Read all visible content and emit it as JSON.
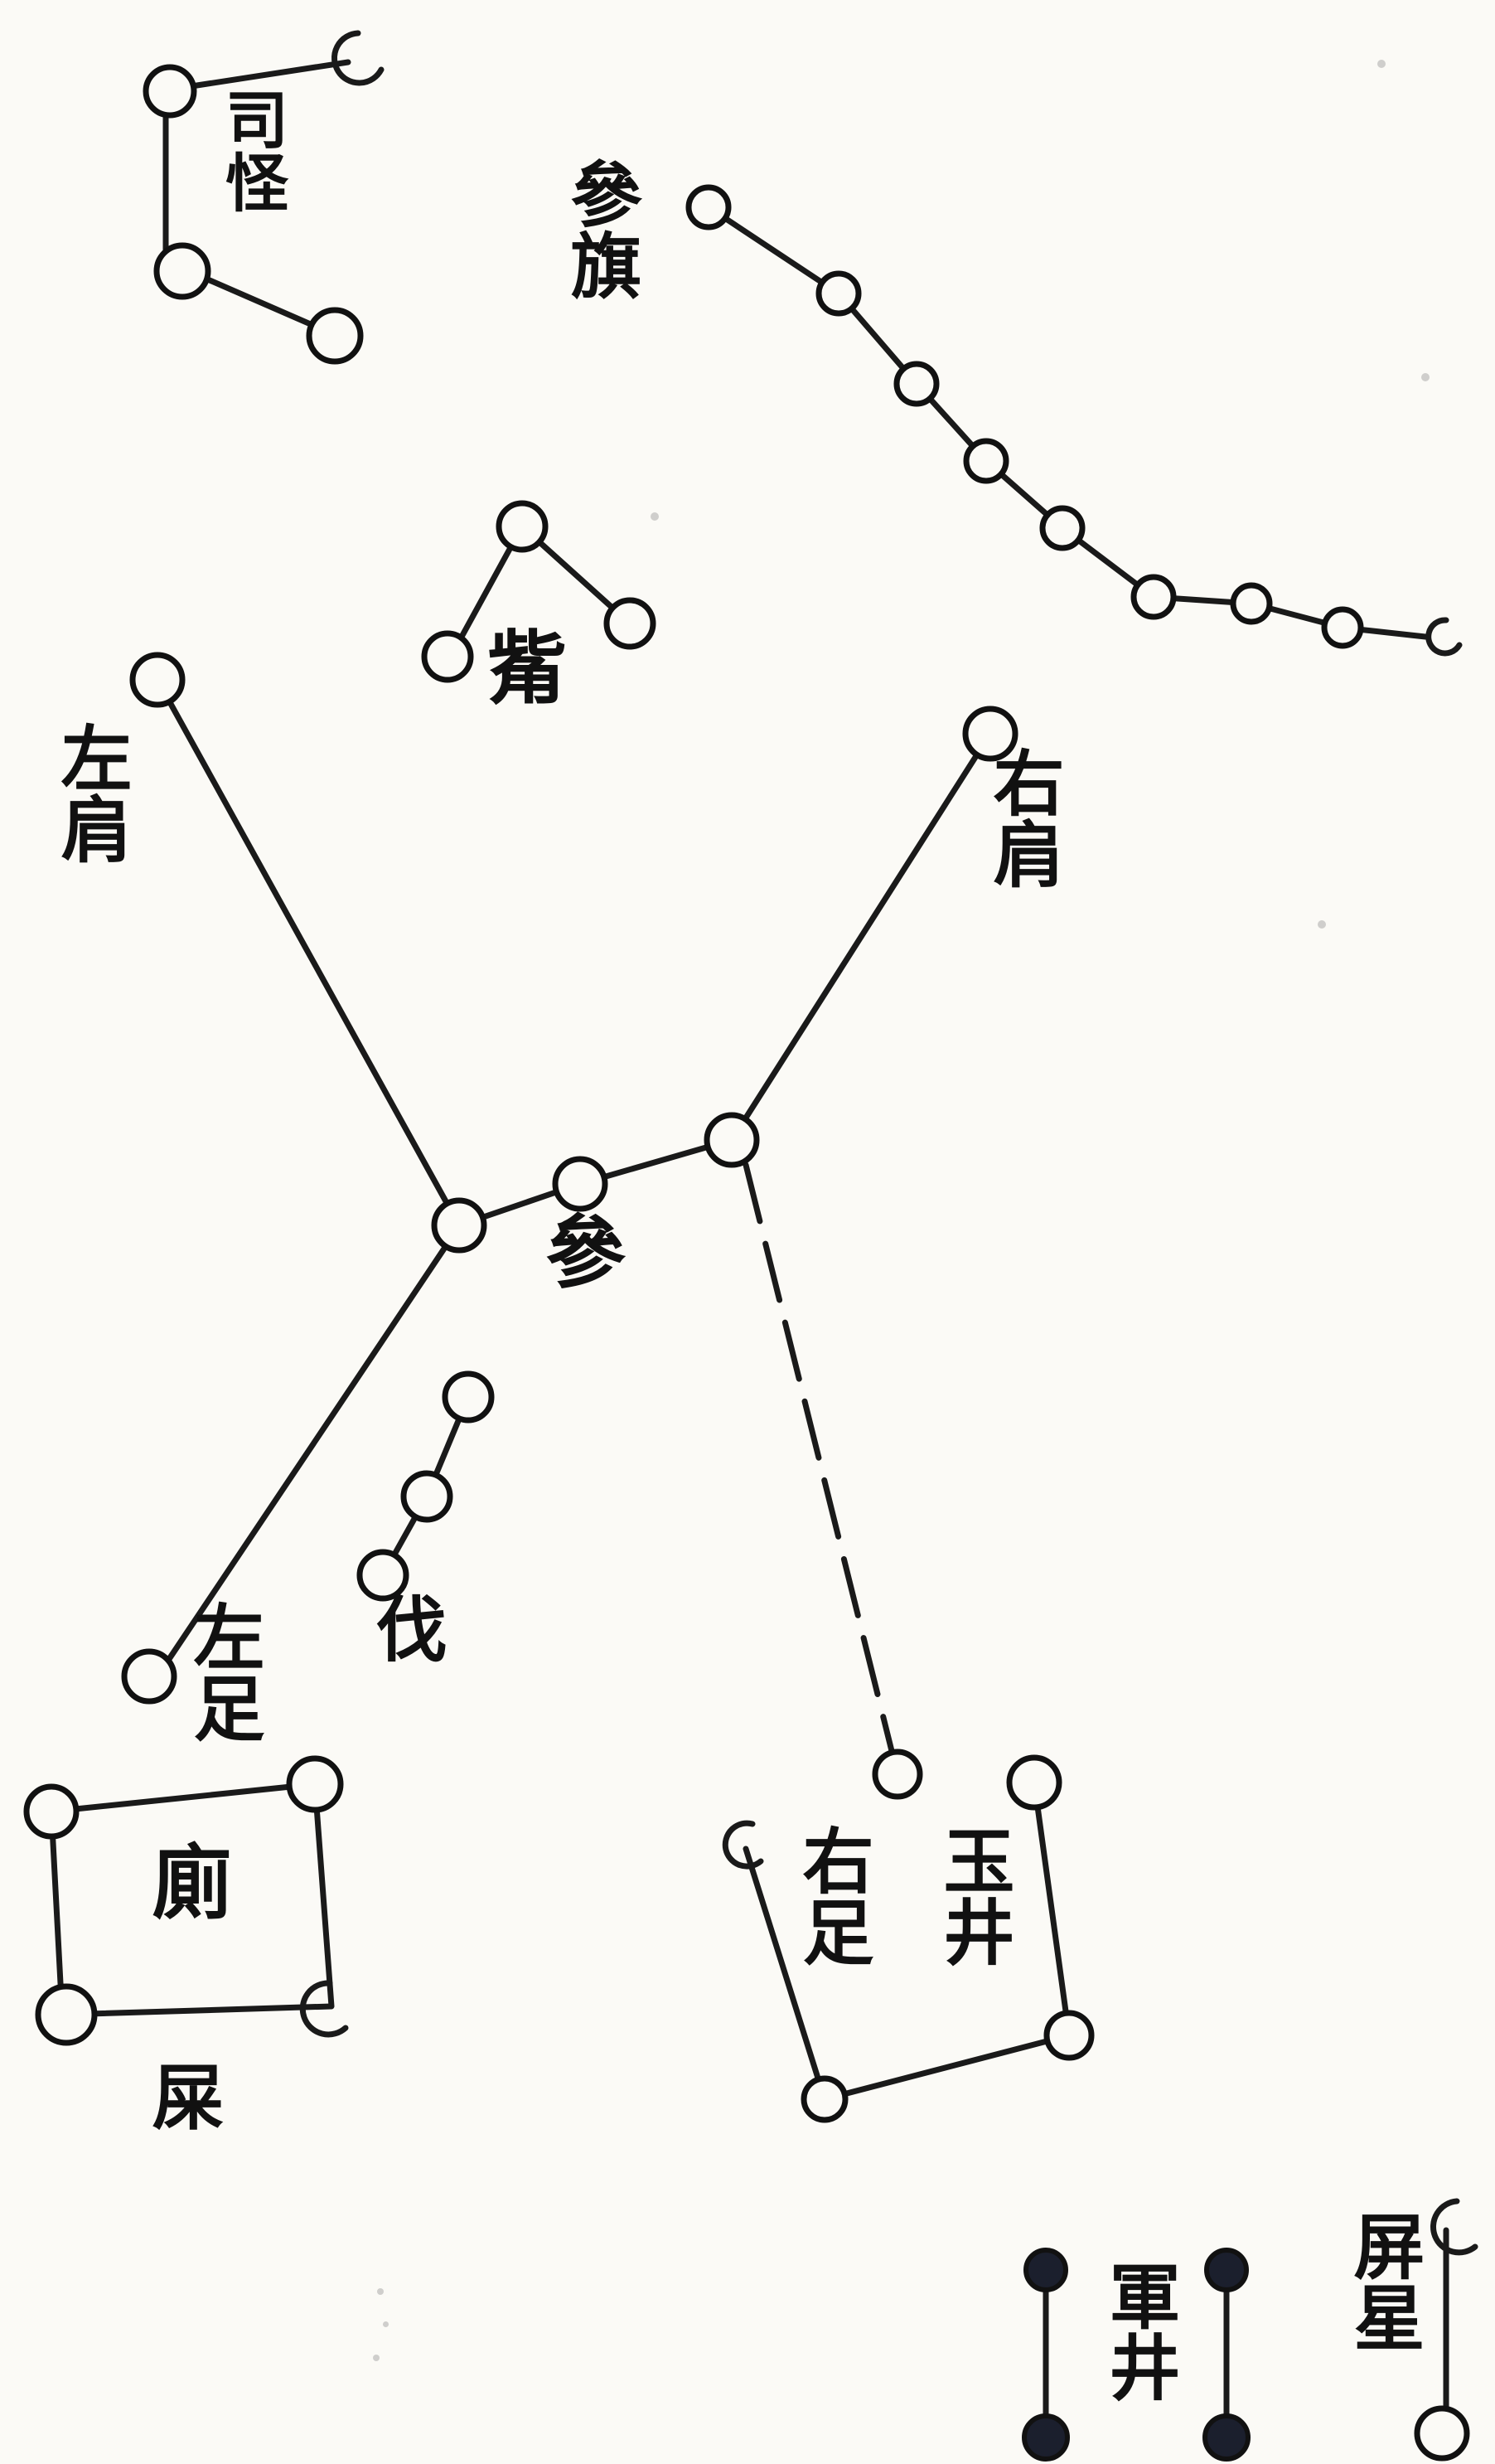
{
  "labels": {
    "si_guai": "司怪",
    "shen_qi": "參旗",
    "zi": "觜",
    "zuo_jian": "左肩",
    "you_jian": "右肩",
    "shen": "參",
    "fa": "伐",
    "zuo_zu": "左足",
    "ce": "廁",
    "shi": "屎",
    "you_zu": "右足",
    "yu_jing": "玉井",
    "ping_xing": "屏星",
    "jun_jing": "軍井"
  },
  "colors": {
    "ink": "#111111",
    "paper": "#fbfaf6",
    "filled_star": "#1b1f2d"
  }
}
